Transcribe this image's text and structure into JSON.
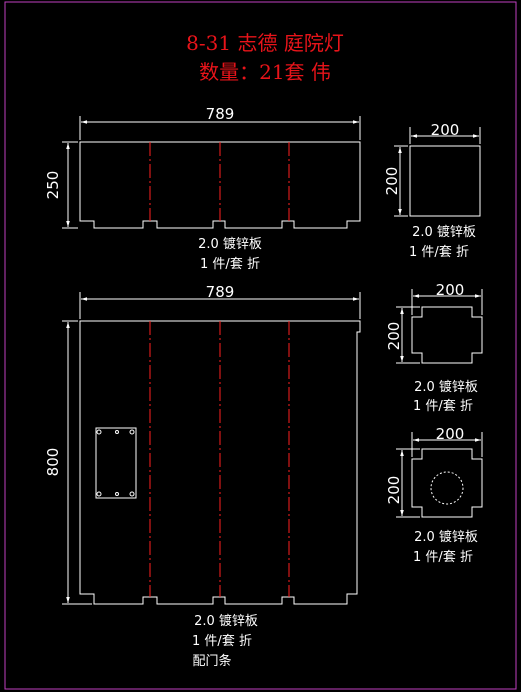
{
  "title": {
    "line1": "8-31 志德 庭院灯",
    "line2": "数量：21套 伟"
  },
  "parts": {
    "top_long": {
      "width_label": "789",
      "height_label": "250",
      "material": "2.0 镀锌板",
      "qty": "1 件/套 折"
    },
    "top_square": {
      "width_label": "200",
      "height_label": "200",
      "material": "2.0 镀锌板",
      "qty": "1 件/套 折"
    },
    "big_panel": {
      "width_label": "789",
      "height_label": "800",
      "material": "2.0 镀锌板",
      "qty": "1 件/套 折",
      "note": "配门条"
    },
    "cross_plain": {
      "width_label": "200",
      "height_label": "200",
      "material": "2.0 镀锌板",
      "qty": "1 件/套 折"
    },
    "cross_hole": {
      "width_label": "200",
      "height_label": "200",
      "material": "2.0 镀锌板",
      "qty": "1 件/套 折"
    }
  },
  "colors": {
    "background": "#000000",
    "lines": "#ffffff",
    "fold_lines": "#ff2020",
    "title": "#e8141a",
    "frame": "#c040c0"
  }
}
